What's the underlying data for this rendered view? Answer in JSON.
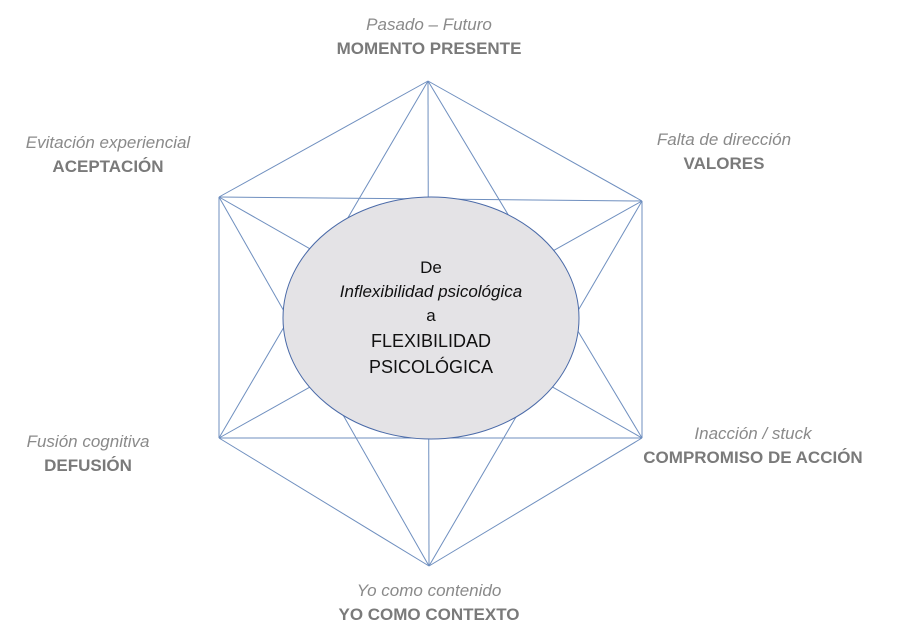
{
  "colors": {
    "lines": "#6f8fbf",
    "ellipse_fill": "#e4e3e6",
    "ellipse_stroke": "#4a6aa8"
  },
  "nodes": [
    {
      "id": "top",
      "subtitle": "Pasado – Futuro",
      "title": "MOMENTO PRESENTE"
    },
    {
      "id": "top-right",
      "subtitle": "Falta de dirección",
      "title": "VALORES"
    },
    {
      "id": "bottom-right",
      "subtitle": "Inacción / stuck",
      "title": "COMPROMISO DE ACCIÓN"
    },
    {
      "id": "bottom",
      "subtitle": "Yo como contenido",
      "title": "YO COMO CONTEXTO"
    },
    {
      "id": "bottom-left",
      "subtitle": "Fusión cognitiva",
      "title": "DEFUSIÓN"
    },
    {
      "id": "top-left",
      "subtitle": "Evitación experiencial",
      "title": "ACEPTACIÓN"
    }
  ],
  "center": {
    "line1": "De",
    "line2": "Inflexibilidad psicológica",
    "line3": "a",
    "line4": "FLEXIBILIDAD",
    "line5": "PSICOLÓGICA"
  }
}
